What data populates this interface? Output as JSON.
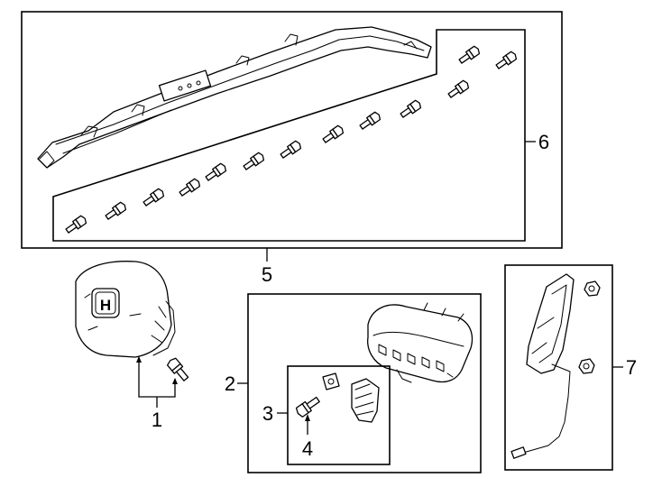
{
  "diagram": {
    "callouts": {
      "c1": "1",
      "c2": "2",
      "c3": "3",
      "c4": "4",
      "c5": "5",
      "c6": "6",
      "c7": "7"
    },
    "logo_letter": "H"
  }
}
